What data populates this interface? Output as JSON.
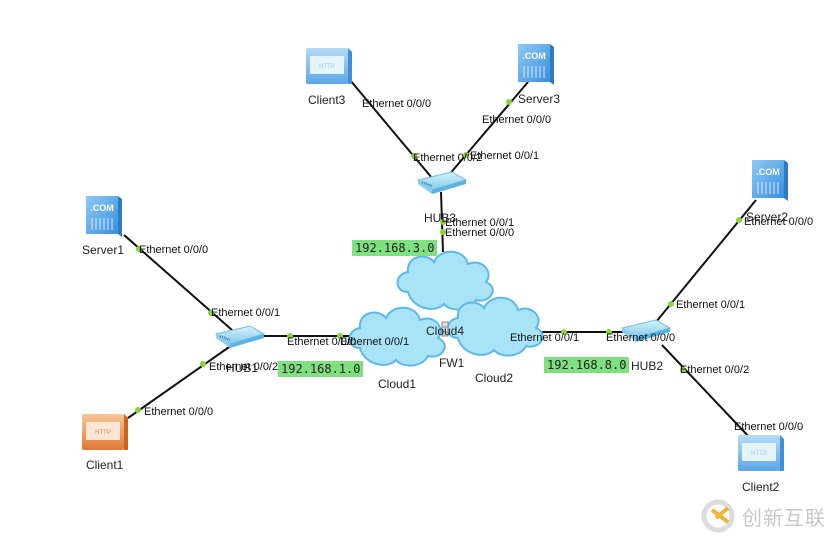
{
  "diagram": {
    "title": "Network topology",
    "link_color": "#111111",
    "port_dot_color": "#8bd33c",
    "network_label_bg": "#7fe07f",
    "devices": [
      {
        "id": "client3",
        "label": "Client3",
        "type": "client",
        "color": "#6ab0e8"
      },
      {
        "id": "server3",
        "label": "Server3",
        "type": "server",
        "color": "#4a9de0"
      },
      {
        "id": "hub3",
        "label": "HUB3",
        "type": "hub"
      },
      {
        "id": "server1",
        "label": "Server1",
        "type": "server",
        "color": "#4a9de0"
      },
      {
        "id": "hub1",
        "label": "HUB1",
        "type": "hub"
      },
      {
        "id": "client1",
        "label": "Client1",
        "type": "client",
        "color": "#e08a4a"
      },
      {
        "id": "cloud1",
        "label": "Cloud1",
        "type": "cloud"
      },
      {
        "id": "cloud4",
        "label": "Cloud4",
        "type": "cloud"
      },
      {
        "id": "cloud2",
        "label": "Cloud2",
        "type": "cloud"
      },
      {
        "id": "fw1",
        "label": "FW1",
        "type": "firewall"
      },
      {
        "id": "hub2",
        "label": "HUB2",
        "type": "hub"
      },
      {
        "id": "server2",
        "label": "Server2",
        "type": "server",
        "color": "#4a9de0"
      },
      {
        "id": "client2",
        "label": "Client2",
        "type": "client",
        "color": "#6ab0e8"
      }
    ],
    "ports": {
      "client3_p": "Ethernet 0/0/0",
      "hub3_p2": "Ethernet 0/0/2",
      "server3_p": "Ethernet 0/0/0",
      "hub3_p1": "Ethernet 0/0/1",
      "hub3_p1b": "Ethernet 0/0/1",
      "cloud4_p0": "Ethernet 0/0/0",
      "server1_p": "Ethernet 0/0/0",
      "hub1_p1": "Ethernet 0/0/1",
      "hub1_p2": "Ethernet 0/0/2",
      "client1_p": "Ethernet 0/0/0",
      "hub1_p0": "Ethernet 0/0/0",
      "cloud1_p1": "Ethernet 0/0/1",
      "cloud2_p1": "Ethernet 0/0/1",
      "hub2_p0": "Ethernet 0/0/0",
      "server2_p": "Ethernet 0/0/0",
      "hub2_p1": "Ethernet 0/0/1",
      "hub2_p2": "Ethernet 0/0/2",
      "client2_p": "Ethernet 0/0/0"
    },
    "networks": {
      "net3": "192.168.3.0",
      "net1": "192.168.1.0",
      "net8": "192.168.8.0"
    },
    "icon_text": {
      "server": ".COM",
      "client": "HTTP"
    },
    "links": [
      [
        "client3",
        "hub3"
      ],
      [
        "server3",
        "hub3"
      ],
      [
        "hub3",
        "cloud4"
      ],
      [
        "server1",
        "hub1"
      ],
      [
        "client1",
        "hub1"
      ],
      [
        "hub1",
        "cloud1"
      ],
      [
        "cloud2",
        "hub2"
      ],
      [
        "hub2",
        "server2"
      ],
      [
        "hub2",
        "client2"
      ]
    ]
  },
  "watermark": {
    "text": "创新互联"
  }
}
